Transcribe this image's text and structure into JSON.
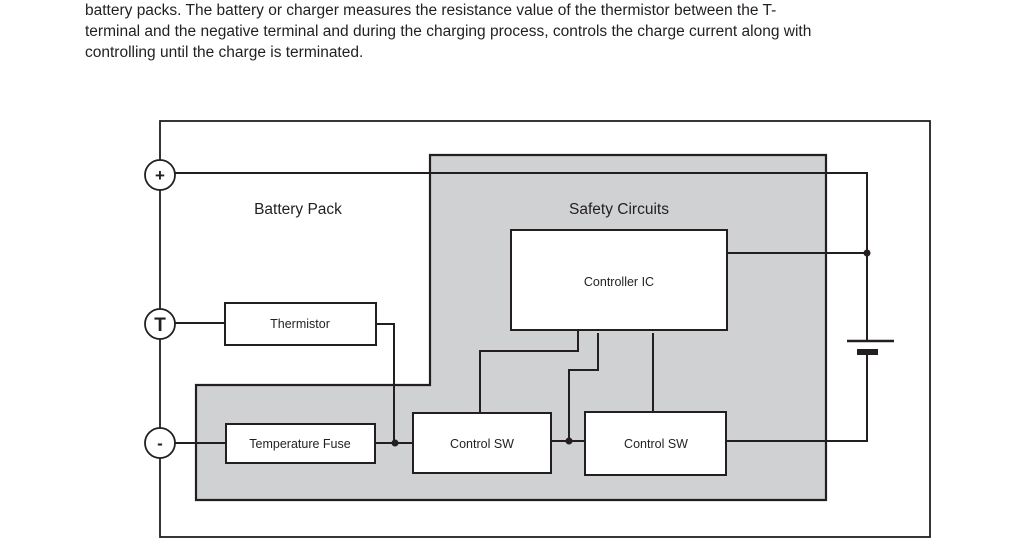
{
  "paragraph": {
    "lines": [
      "battery packs. The battery or charger measures the resistance value of the thermistor between the T-",
      "terminal and the negative terminal and during the charging process, controls the charge current along with",
      "controlling until the charge is terminated."
    ]
  },
  "diagram": {
    "colors": {
      "line": "#231f20",
      "safety_fill": "#d0d1d3",
      "box_fill": "#ffffff"
    },
    "labels": {
      "battery_pack": "Battery Pack",
      "safety_circuits": "Safety Circuits",
      "controller_ic": "Controller IC",
      "thermistor": "Thermistor",
      "temperature_fuse": "Temperature Fuse",
      "control_sw_1": "Control SW",
      "control_sw_2": "Control SW"
    },
    "terminals": {
      "positive": "+",
      "thermistor": "T",
      "negative": "-"
    }
  }
}
